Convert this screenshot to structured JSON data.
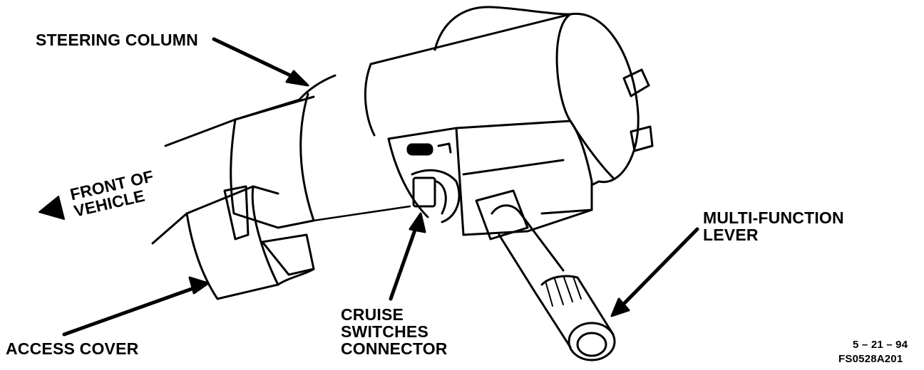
{
  "labels": {
    "steering_column": "STEERING COLUMN",
    "front_of_vehicle": [
      "FRONT OF",
      "VEHICLE"
    ],
    "access_cover": "ACCESS COVER",
    "cruise_switches_connector": [
      "CRUISE",
      "SWITCHES",
      "CONNECTOR"
    ],
    "multi_function_lever": [
      "MULTI-FUNCTION",
      "LEVER"
    ],
    "date_code": "5 – 21 – 94",
    "figure_code": "FS0528A201"
  },
  "colors": {
    "ink": "#000000",
    "paper": "#ffffff"
  }
}
